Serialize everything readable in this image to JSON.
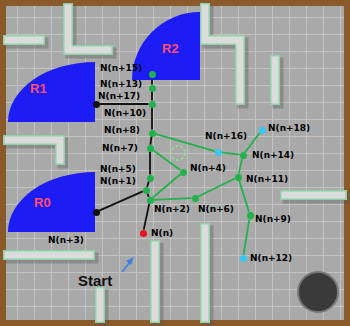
{
  "diagram": {
    "nodes": [
      {
        "text": [
          "R2"
        ]
      },
      {
        "text": [
          "R1"
        ]
      },
      {
        "text": [
          "R0"
        ]
      },
      {
        "text": [
          "N(n+15)"
        ]
      },
      {
        "text": [
          "N(n+13)"
        ]
      },
      {
        "text": [
          "N(n+17)"
        ]
      },
      {
        "text": [
          "N(n+10)"
        ]
      },
      {
        "text": [
          "N(n+8)"
        ]
      },
      {
        "text": [
          "N(n+7)"
        ]
      },
      {
        "text": [
          "N(n+16)"
        ]
      },
      {
        "text": [
          "N(n+18)"
        ]
      },
      {
        "text": [
          "N(n+14)"
        ]
      },
      {
        "text": [
          "N(n+5)"
        ]
      },
      {
        "text": [
          "N(n+4)"
        ]
      },
      {
        "text": [
          "N(n+1)"
        ]
      },
      {
        "text": [
          "N(n+2)"
        ]
      },
      {
        "text": [
          "N(n+6)"
        ]
      },
      {
        "text": [
          "N(n+11)"
        ]
      },
      {
        "text": [
          "N(n+3)"
        ]
      },
      {
        "text": [
          "N(n+9)"
        ]
      },
      {
        "text": [
          "N(n)"
        ]
      },
      {
        "text": [
          "N(n+12)"
        ]
      }
    ],
    "edges": [
      {
        "from": 20,
        "to": 15,
        "arrow": "none"
      },
      {
        "from": 15,
        "to": 14,
        "arrow": "none"
      },
      {
        "from": 14,
        "to": 18,
        "arrow": "none"
      },
      {
        "from": 14,
        "to": 12,
        "arrow": "none"
      },
      {
        "from": 12,
        "to": 8,
        "arrow": "none"
      },
      {
        "from": 8,
        "to": 7,
        "arrow": "none"
      },
      {
        "from": 7,
        "to": 6,
        "arrow": "none"
      },
      {
        "from": 6,
        "to": 4,
        "arrow": "none"
      },
      {
        "from": 4,
        "to": 3,
        "arrow": "none"
      },
      {
        "from": 6,
        "to": 5,
        "arrow": "none"
      },
      {
        "from": 15,
        "to": 13,
        "arrow": "none"
      },
      {
        "from": 15,
        "to": 16,
        "arrow": "none"
      },
      {
        "from": 13,
        "to": 8,
        "arrow": "none"
      },
      {
        "from": 7,
        "to": 9,
        "arrow": "none"
      },
      {
        "from": 9,
        "to": 11,
        "arrow": "none"
      },
      {
        "from": 11,
        "to": 17,
        "arrow": "none"
      },
      {
        "from": 17,
        "to": 16,
        "arrow": "none"
      },
      {
        "from": 11,
        "to": 10,
        "arrow": "none"
      },
      {
        "from": 17,
        "to": 19,
        "arrow": "none"
      },
      {
        "from": 19,
        "to": 21,
        "arrow": "none"
      }
    ],
    "labels": [
      "Start"
    ]
  }
}
